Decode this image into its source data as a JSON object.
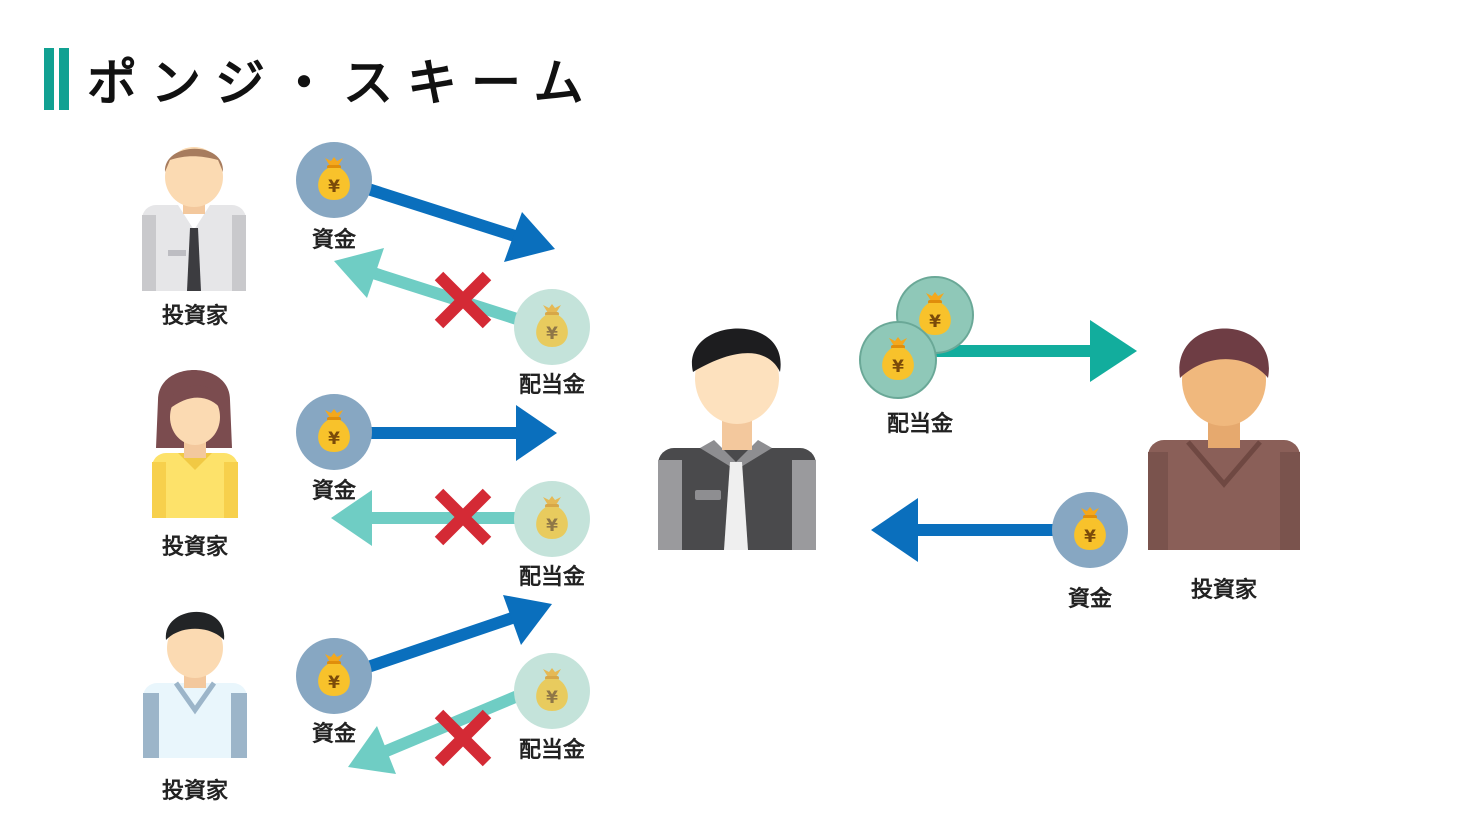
{
  "title": "ポンジ・スキーム",
  "labels": {
    "investor": "投資家",
    "funds": "資金",
    "dividend": "配当金"
  },
  "colors": {
    "accent": "#11a192",
    "funds_arrow": "#0a6fbd",
    "dividend_arrow_failed": "#6fcdc4",
    "dividend_arrow_paid": "#12ad9d",
    "cross": "#d42a35",
    "coin_funds": "#87a7c2",
    "coin_dividend": "#bfe0d8",
    "coin_dividend_paid": "#8fc8b8"
  },
  "icons": {
    "money_bag": "money-bag-yen-icon",
    "cancel": "cross-icon"
  }
}
